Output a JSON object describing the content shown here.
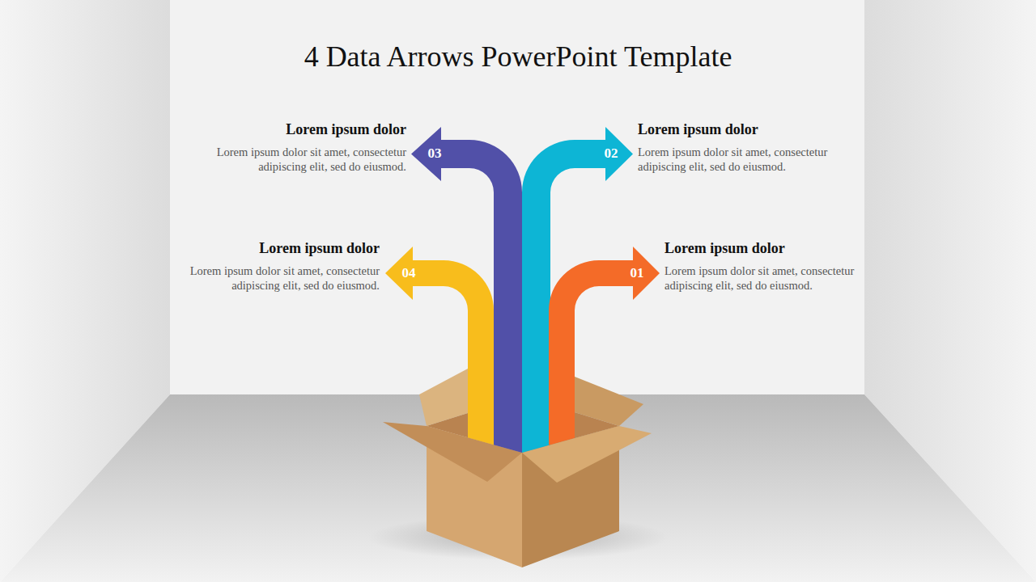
{
  "diagram": {
    "title": "4 Data Arrows PowerPoint Template",
    "nodes": [
      {
        "text": [
          "03"
        ]
      },
      {
        "text": [
          "02"
        ]
      },
      {
        "text": [
          "04"
        ]
      },
      {
        "text": [
          "01"
        ]
      }
    ],
    "labels": [
      "Lorem ipsum dolor",
      "Lorem ipsum dolor sit amet, consectetur adipiscing elit, sed do eiusmod.",
      "Lorem ipsum dolor",
      "Lorem ipsum dolor sit amet, consectetur adipiscing elit, sed do eiusmod.",
      "Lorem ipsum dolor",
      "Lorem ipsum dolor sit amet, consectetur adipiscing elit, sed do eiusmod.",
      "Lorem ipsum dolor",
      "Lorem ipsum dolor sit amet, consectetur adipiscing elit, sed do eiusmod."
    ]
  }
}
